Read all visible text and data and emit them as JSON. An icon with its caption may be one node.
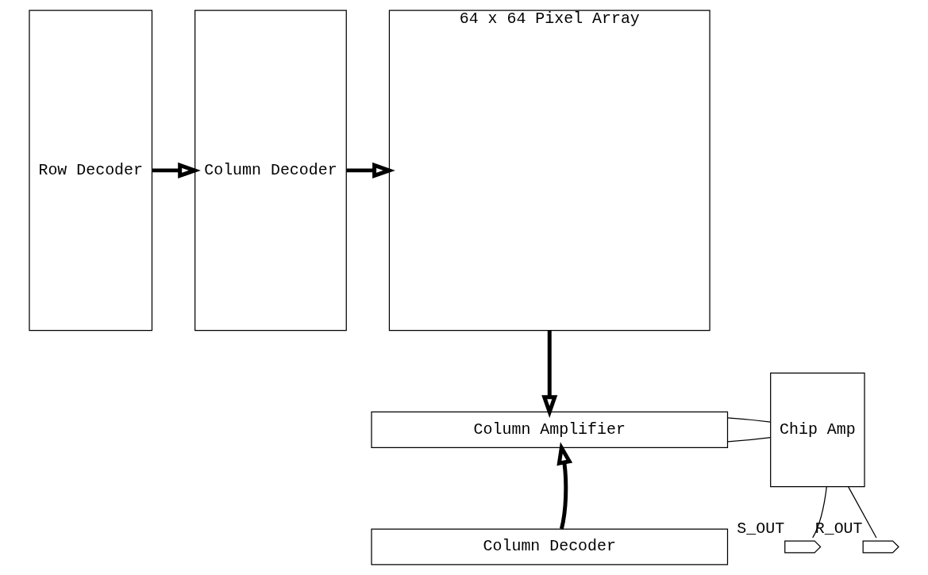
{
  "diagram": {
    "nodes": [
      {
        "text": [
          "Row Decoder"
        ]
      },
      {
        "text": [
          "Column Decoder"
        ]
      },
      {
        "text": [
          "64 x 64 Pixel Array"
        ]
      },
      {
        "text": [
          "Column Amplifier"
        ]
      },
      {
        "text": [
          "Column Decoder"
        ]
      },
      {
        "text": [
          "Chip Amp"
        ]
      },
      {
        "text": [],
        "shape": "pentagon",
        "beside": [
          "S_OUT"
        ]
      },
      {
        "text": [],
        "shape": "pentagon",
        "beside": [
          "R_OUT"
        ]
      }
    ],
    "edges": [
      {
        "from": 0,
        "to": 1,
        "arrow": "to",
        "style": "thick"
      },
      {
        "from": 1,
        "to": 2,
        "arrow": "to",
        "style": "thick"
      },
      {
        "from": 2,
        "to": 3,
        "arrow": "to",
        "style": "thick"
      },
      {
        "from": 4,
        "to": 3,
        "arrow": "to",
        "style": "thick"
      },
      {
        "from": 3,
        "to": 5,
        "arrow": "none"
      },
      {
        "from": 3,
        "to": 5,
        "arrow": "none"
      },
      {
        "from": 5,
        "to": 6,
        "arrow": "none"
      },
      {
        "from": 5,
        "to": 7,
        "arrow": "none"
      }
    ]
  }
}
